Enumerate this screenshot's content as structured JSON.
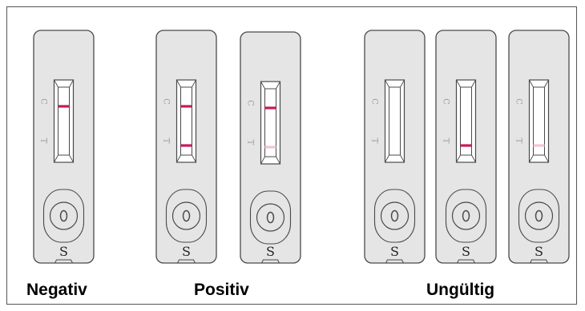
{
  "colors": {
    "device_fill": "#e5e5e5",
    "device_stroke": "#4a4a4a",
    "window_fill": "#ffffff",
    "line_strong": "#c8195a",
    "line_faint": "#f2c4d2",
    "label_text": "#9a9a9a"
  },
  "labels": {
    "control": "C",
    "test": "T",
    "sample": "S"
  },
  "groups": {
    "negative": "Negativ",
    "positive": "Positiv",
    "invalid": "Ungültig"
  },
  "devices": [
    {
      "id": "negative-1",
      "group": "negative",
      "control_line": "strong",
      "test_line": "none"
    },
    {
      "id": "positive-1",
      "group": "positive",
      "control_line": "strong",
      "test_line": "strong"
    },
    {
      "id": "positive-2",
      "group": "positive",
      "control_line": "strong",
      "test_line": "faint"
    },
    {
      "id": "invalid-1",
      "group": "invalid",
      "control_line": "none",
      "test_line": "none"
    },
    {
      "id": "invalid-2",
      "group": "invalid",
      "control_line": "none",
      "test_line": "strong"
    },
    {
      "id": "invalid-3",
      "group": "invalid",
      "control_line": "none",
      "test_line": "faint"
    }
  ]
}
